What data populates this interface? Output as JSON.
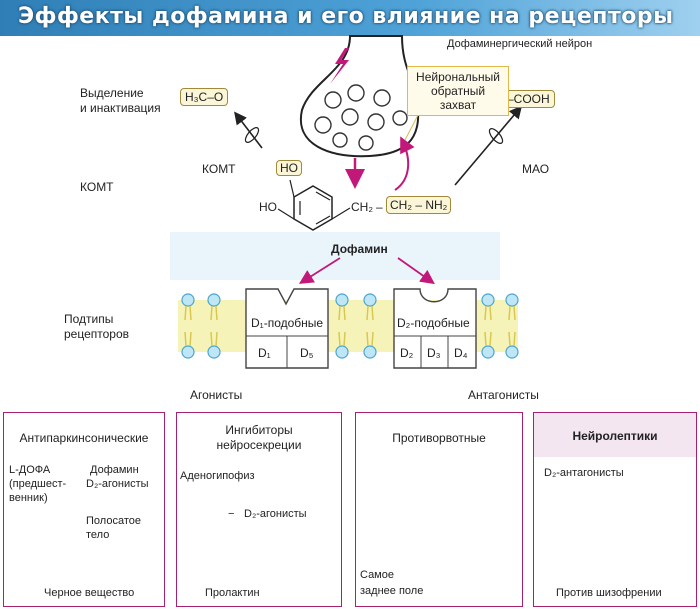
{
  "title": "Эффекты дофамина и его влияние на рецепторы",
  "neuron_label": "Дофаминергический нейрон",
  "release_label": [
    "Выделение",
    "и инактивация"
  ],
  "formula_left": "H₃C–O",
  "formula_right": "–COOH",
  "reuptake": [
    "Нейрональный",
    "обратный",
    "захват"
  ],
  "enzyme_comt_right": "КОМТ",
  "enzyme_comt_left": "КОМТ",
  "enzyme_mao": "МАО",
  "molecule": {
    "ho_top": "HO",
    "ho_left": "HO",
    "ch2_a": "CH₂",
    "ch2_b": "CH₂",
    "nh2": "NH₂"
  },
  "dopamine_label": "Дофамин",
  "receptor_subtypes": [
    "Подтипы",
    "рецепторов"
  ],
  "d1_like": "D₁-подобные",
  "d2_like": "D₂-подобные",
  "d1_family": [
    "D₁",
    "D₅"
  ],
  "d2_family": [
    "D₂",
    "D₃",
    "D₄"
  ],
  "agonists": "Агонисты",
  "antagonists": "Антагонисты",
  "panels": {
    "antiparkinson": {
      "title": "Антипаркинсонические",
      "ldopa": [
        "L-ДОФА",
        "(предшест-",
        "венник)"
      ],
      "dopamine_agonists": [
        "Дофамин",
        "D₂-агонисты"
      ],
      "striatum": [
        "Полосатое",
        "тело"
      ],
      "substantia": "Черное вещество"
    },
    "neurosecretion": {
      "title": [
        "Ингибиторы",
        "нейросекреции"
      ],
      "pituitary": "Аденогипофиз",
      "agonists": "D₂-агонисты",
      "minus": "−",
      "prolactin": "Пролактин"
    },
    "antiemetic": {
      "title": "Противорвотные",
      "area": [
        "Самое",
        "заднее поле"
      ]
    },
    "neuroleptic": {
      "title": "Нейролептики",
      "antagonists": "D₂-антагонисты",
      "caption": "Против шизофрении"
    }
  },
  "colors": {
    "accent": "#c2187a",
    "pink": "#d456a8",
    "membrane": "#bfe6f6",
    "yellow": "#f3f0a8",
    "note": "#fffbea"
  }
}
